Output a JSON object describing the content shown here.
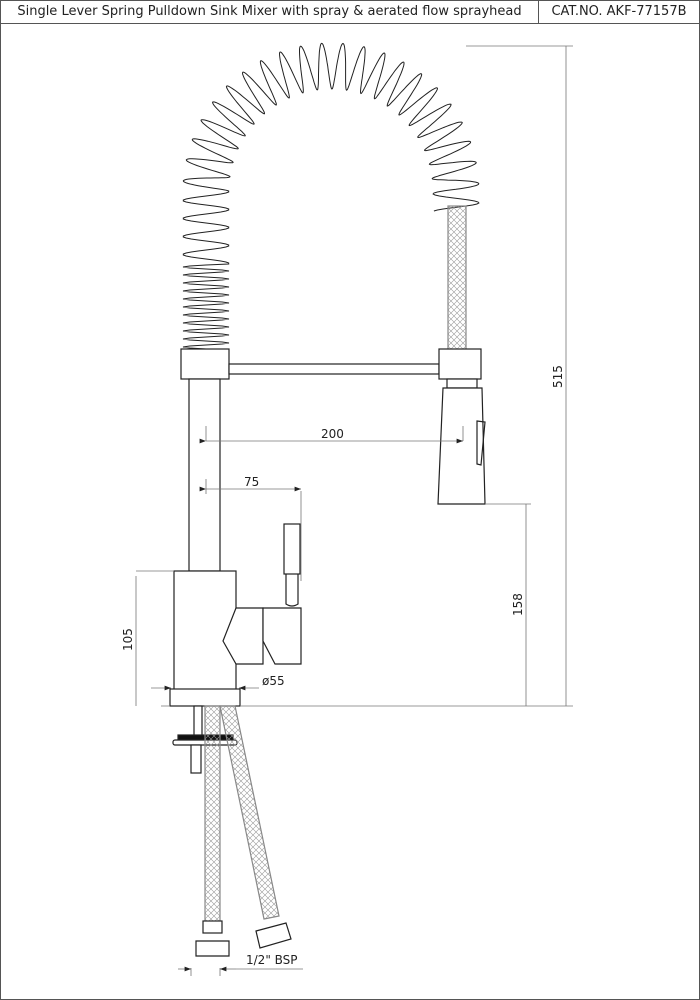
{
  "header": {
    "title": "Single Lever Spring Pulldown Sink Mixer with spray & aerated flow sprayhead",
    "cat_no": "CAT.NO. AKF-77157B"
  },
  "dimensions": {
    "overall_height": "515",
    "reach": "200",
    "lever_offset": "75",
    "spout_clearance": "158",
    "body_height": "105",
    "body_diameter": "ø55",
    "connector": "1/2\" BSP"
  }
}
